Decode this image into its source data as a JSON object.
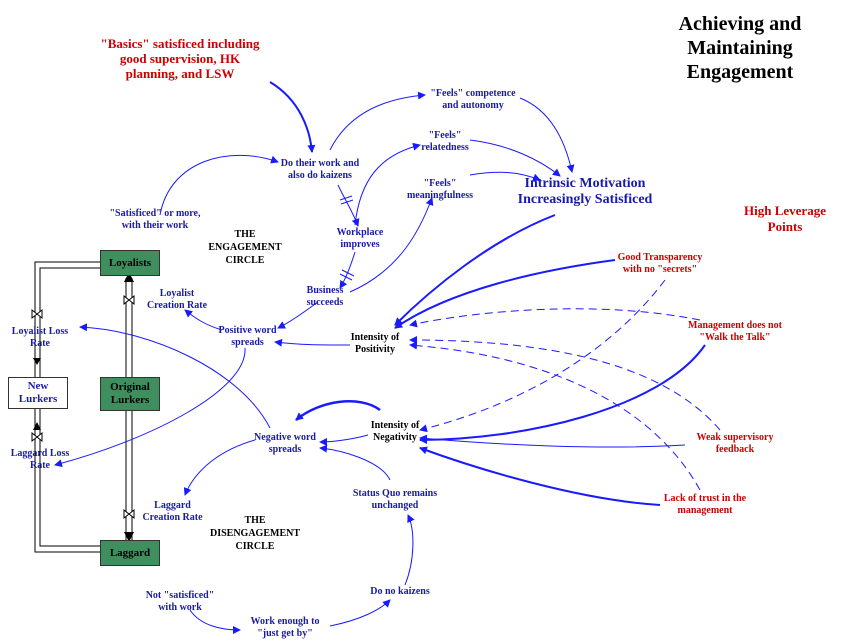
{
  "title": "Achieving and\nMaintaining\nEngagement",
  "basics": "\"Basics\" satisficed including\ngood supervision, HK\nplanning, and LSW",
  "high_leverage": "High Leverage\nPoints",
  "engagement_circle": "THE\nENGAGEMENT\nCIRCLE",
  "disengagement_circle": "THE\nDISENGAGEMENT\nCIRCLE",
  "stocks": {
    "loyalists": "Loyalists",
    "original_lurkers": "Original\nLurkers",
    "laggard": "Laggard",
    "new_lurkers": "New\nLurkers"
  },
  "variables": {
    "do_their_work": "Do their work and\nalso do kaizens",
    "feels_competence": "\"Feels\" competence\nand autonomy",
    "feels_relatedness": "\"Feels\"\nrelatedness",
    "feels_meaningfulness": "\"Feels\"\nmeaningfulness",
    "intrinsic_motivation": "Intrinsic Motivation\nIncreasingly Satisficed",
    "satisficed_or_more": "\"Satisficed\" or more,\nwith their work",
    "workplace_improves": "Workplace\nimproves",
    "business_succeeds": "Business\nsucceeds",
    "loyalist_creation_rate": "Loyalist\nCreation Rate",
    "loyalist_loss_rate": "Loyalist Loss\nRate",
    "positive_word": "Positive word\nspreads",
    "intensity_positivity": "Intensity of\nPositivity",
    "intensity_negativity": "Intensity of\nNegativity",
    "negative_word": "Negative word\nspreads",
    "laggard_loss_rate": "Laggard Loss\nRate",
    "laggard_creation_rate": "Laggard\nCreation Rate",
    "status_quo": "Status Quo remains\nunchanged",
    "do_no_kaizens": "Do no kaizens",
    "work_enough": "Work enough to\n\"just get by\"",
    "not_satisficed": "Not \"satisficed\"\nwith work"
  },
  "leverage_points": {
    "good_transparency": "Good Transparency\nwith no \"secrets\"",
    "management_walk": "Management does not\n\"Walk the Talk\"",
    "weak_feedback": "Weak supervisory\nfeedback",
    "lack_trust": "Lack of trust in the\nmanagement"
  },
  "colors": {
    "link_blue": "#1a1aff",
    "label_blue": "#1a1aaa",
    "red": "#cc0000",
    "stock_green": "#3e8e5e"
  }
}
